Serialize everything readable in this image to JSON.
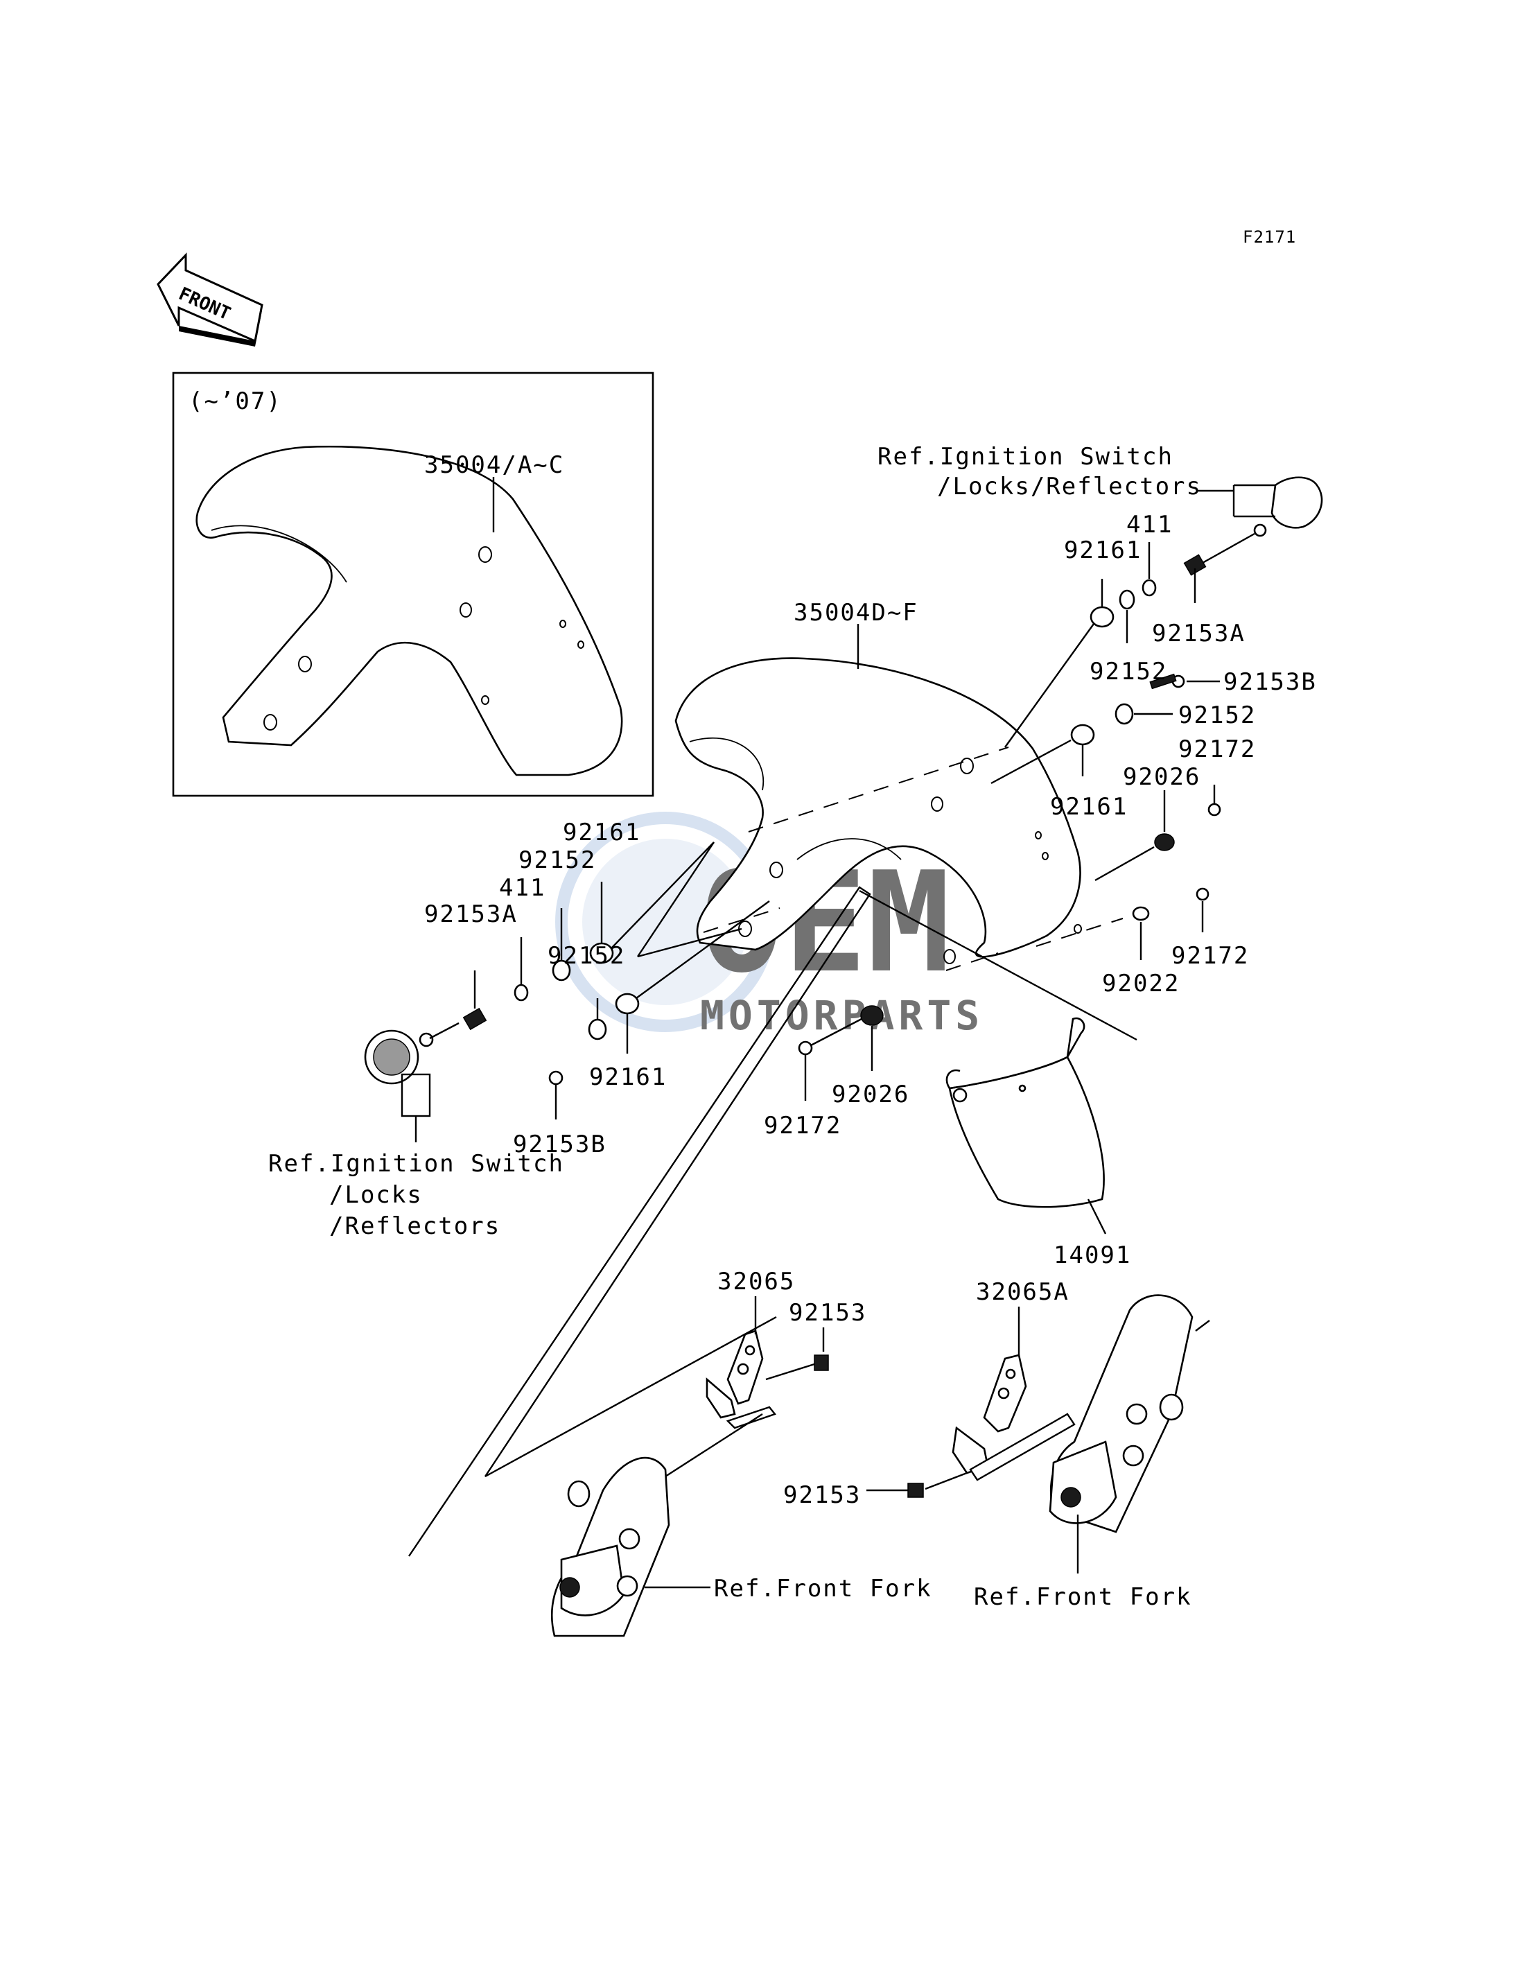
{
  "diagram": {
    "code": "F2171",
    "front_arrow_text": "FRONT",
    "inset_note": "(~’07)",
    "watermark": {
      "line1": "OEM",
      "line2": "MOTORPARTS",
      "color": "#b8cbe6"
    },
    "labels": {
      "inset_fender": "35004/A~C",
      "main_fender": "35004D~F",
      "ref_right_1": "Ref.Ignition Switch",
      "ref_right_2": "/Locks/Reflectors",
      "r_411": "411",
      "r_92161_top": "92161",
      "r_92153A": "92153A",
      "r_92152_a": "92152",
      "r_92153B": "92153B",
      "r_92152_b": "92152",
      "r_92172_top": "92172",
      "r_92026": "92026",
      "r_92161_mid": "92161",
      "r_92022": "92022",
      "r_92172_bot": "92172",
      "l_92161_top": "92161",
      "l_92152_top": "92152",
      "l_411": "411",
      "l_92153A": "92153A",
      "l_92152_bot": "92152",
      "l_92161_bot": "92161",
      "l_92153B": "92153B",
      "ref_left_1": "Ref.Ignition Switch",
      "ref_left_2": "/Locks",
      "ref_left_3": "/Reflectors",
      "c_92026": "92026",
      "c_92172": "92172",
      "p_14091": "14091",
      "p_32065": "32065",
      "p_92153_a": "92153",
      "p_32065A": "32065A",
      "p_92153_b": "92153",
      "ref_fork_left": "Ref.Front Fork",
      "ref_fork_right": "Ref.Front Fork"
    }
  }
}
